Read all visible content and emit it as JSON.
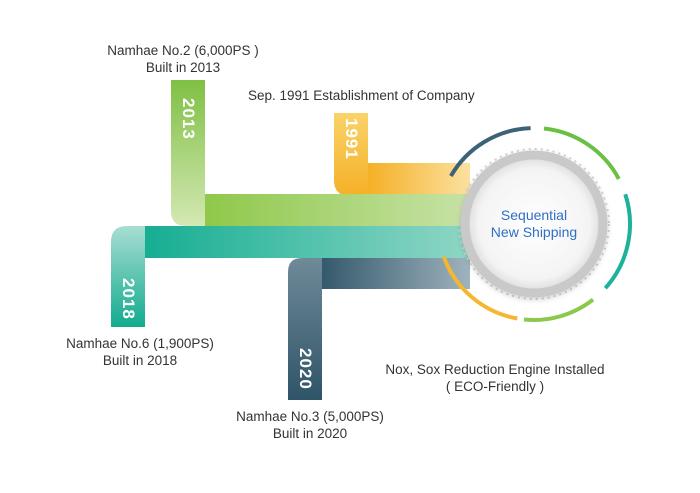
{
  "center": {
    "line1": "Sequential",
    "line2": "New Shipping"
  },
  "milestones": [
    {
      "year": "2013",
      "line1": "Namhae No.2 (6,000PS )",
      "line2": "Built in 2013",
      "color": "#8cc84b"
    },
    {
      "year": "1991",
      "line1": "Sep. 1991 Establishment of Company",
      "line2": "",
      "color": "#f5b731"
    },
    {
      "year": "2018",
      "line1": "Namhae No.6 (1,900PS)",
      "line2": "Built in 2018",
      "color": "#1cb39a"
    },
    {
      "year": "2020",
      "line1": "Namhae No.3 (5,000PS)",
      "line2": "Built in 2020",
      "color": "#3d6276"
    }
  ],
  "note": {
    "line1": "Nox, Sox Reduction Engine Installed",
    "line2": "( ECO-Friendly )"
  },
  "ring_colors": [
    "#3d6276",
    "#6ac043",
    "#1cb39a",
    "#8cc84b",
    "#f5b731"
  ]
}
